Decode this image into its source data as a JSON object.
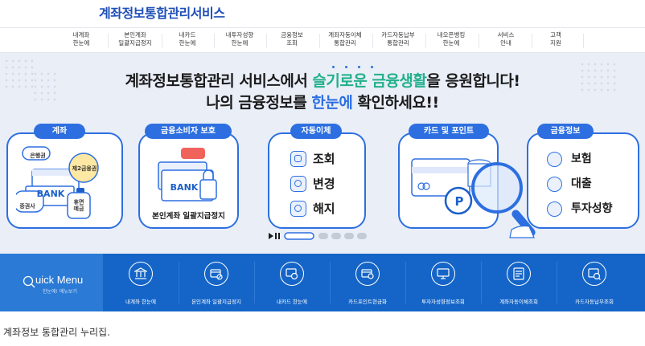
{
  "header": {
    "logo_text": "계좌정보통합관리서비스"
  },
  "nav": {
    "items": [
      {
        "l1": "내계좌",
        "l2": "한눈에"
      },
      {
        "l1": "본인계좌",
        "l2": "일괄지급정지"
      },
      {
        "l1": "내카드",
        "l2": "한눈에"
      },
      {
        "l1": "내투자성향",
        "l2": "한눈에"
      },
      {
        "l1": "금융정보",
        "l2": "조회"
      },
      {
        "l1": "계좌자동이체",
        "l2": "통합관리"
      },
      {
        "l1": "카드자동납부",
        "l2": "통합관리"
      },
      {
        "l1": "내오픈뱅킹",
        "l2": "한눈에"
      },
      {
        "l1": "서비스",
        "l2": "안내"
      },
      {
        "l1": "고객",
        "l2": "지원"
      }
    ]
  },
  "hero": {
    "line1_prefix": "계좌정보통합관리 서비스에서 ",
    "line1_highlight": "슬기로운 금융생활",
    "line1_suffix": "을 응원합니다!",
    "line2_prefix": "나의 금융정보를 ",
    "line2_highlight": "한눈에",
    "line2_suffix": " 확인하세요!!",
    "cards": {
      "account": {
        "tab": "계좌",
        "bank_label": "은행권",
        "second_tier": "제2금융권",
        "bank_word": "BANK",
        "securities": "증권사",
        "dormant": "휴면\n예금"
      },
      "consumer": {
        "tab": "금융소비자 보호",
        "bank_word": "BANK",
        "caption": "본인계좌 일괄지급정지"
      },
      "autopay": {
        "tab": "자동이체",
        "rows": [
          "조회",
          "변경",
          "해지"
        ]
      },
      "cardpoint": {
        "tab": "카드 및 포인트",
        "point_letter": "P"
      },
      "finance": {
        "tab": "금융정보",
        "rows": [
          "보험",
          "대출",
          "투자성향"
        ]
      }
    }
  },
  "quick_menu": {
    "title": "uick Menu",
    "title_letter": "Q",
    "subtitle": "한눈에! 메뉴보기",
    "items": [
      {
        "label": "내계좌 한눈에",
        "icon": "bank-icon"
      },
      {
        "label": "본인계좌 일괄지급정지",
        "icon": "card-block-icon"
      },
      {
        "label": "내카드 한눈에",
        "icon": "card-icon"
      },
      {
        "label": "카드포인트현금화",
        "icon": "card-point-icon"
      },
      {
        "label": "투자자성향정보조회",
        "icon": "monitor-icon"
      },
      {
        "label": "계좌자동이체조회",
        "icon": "account-autopay-icon"
      },
      {
        "label": "카드자동납부조회",
        "icon": "card-autopay-icon"
      }
    ]
  },
  "caption": "계좌정보 통합관리 누리집.",
  "colors": {
    "brand_blue": "#2d6fe0",
    "quick_bg": "#1565c8",
    "highlight_green": "#22b08c"
  }
}
